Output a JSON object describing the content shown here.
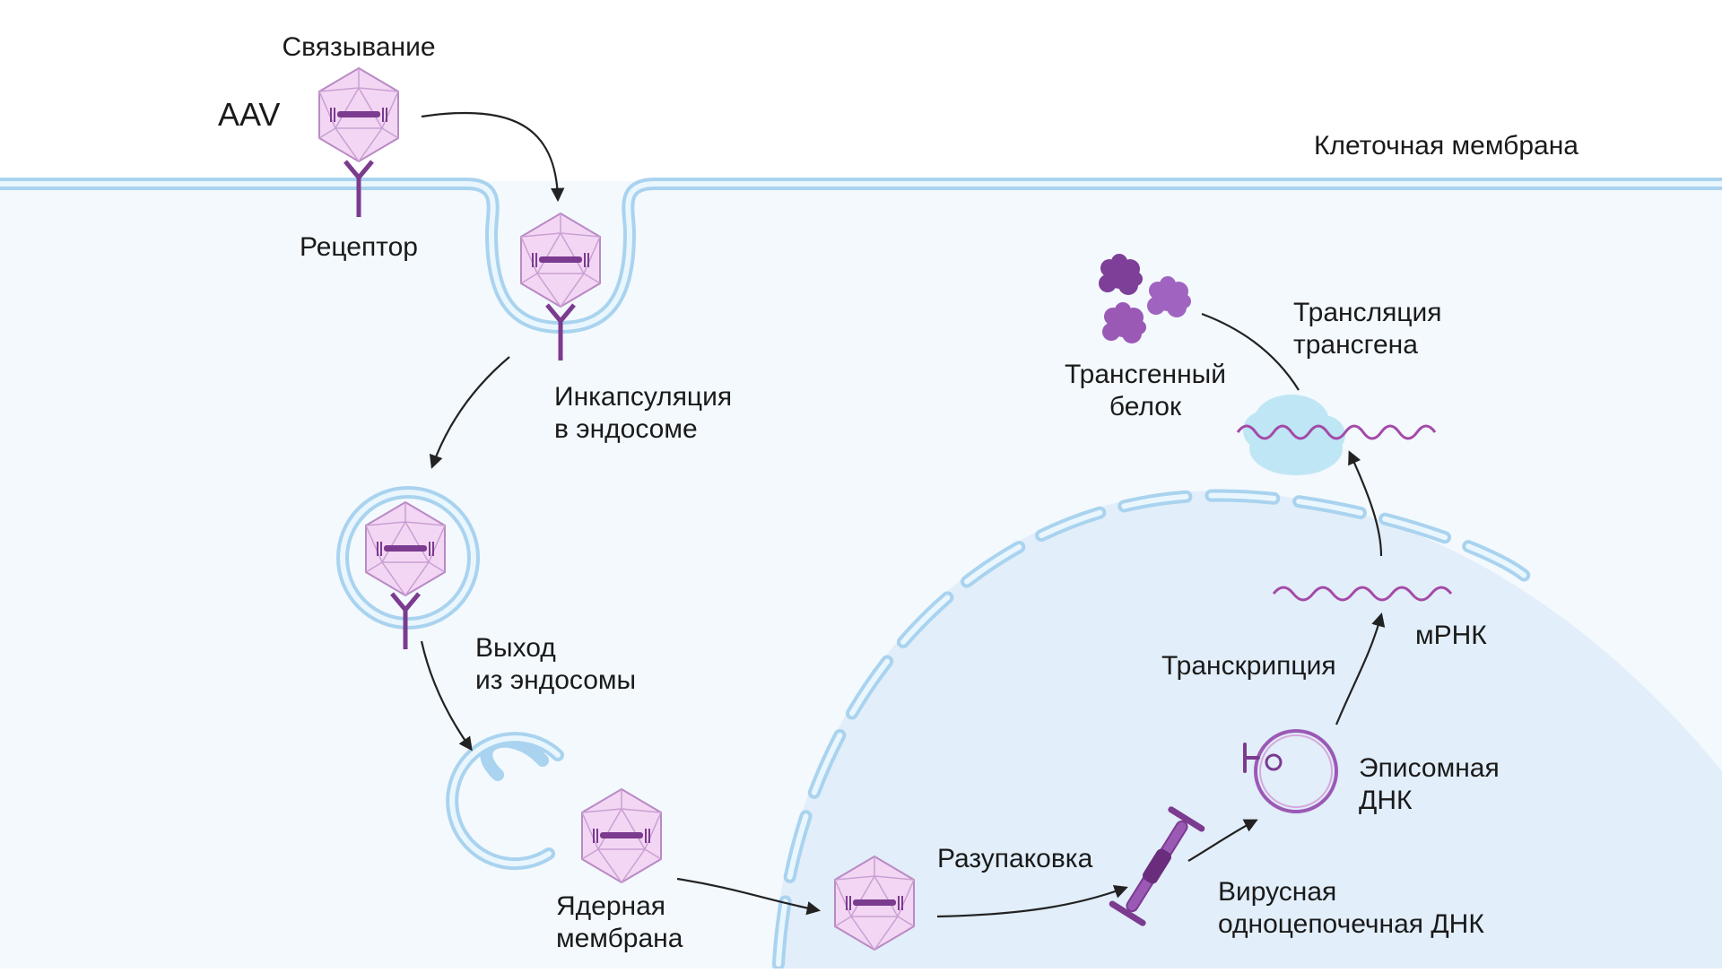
{
  "labels": {
    "binding": "Связывание",
    "aav": "AAV",
    "receptor": "Рецептор",
    "cell_membrane": "Клеточная мембрана",
    "encapsulation_l1": "Инкапсуляция",
    "encapsulation_l2": "в эндосоме",
    "exit_l1": "Выход",
    "exit_l2": "из эндосомы",
    "nuclear_l1": "Ядерная",
    "nuclear_l2": "мембрана",
    "unpacking": "Разупаковка",
    "viral_l1": "Вирусная",
    "viral_l2": "одноцепочечная ДНК",
    "episomal_l1": "Эписомная",
    "episomal_l2": "ДНК",
    "transcription": "Транскрипция",
    "mrna": "мРНК",
    "translation_l1": "Трансляция",
    "translation_l2": "трансгена",
    "protein_l1": "Трансгенный",
    "protein_l2": "белок"
  },
  "colors": {
    "cytoplasm": "#f3f9fd",
    "nucleus": "#e2eef9",
    "membrane": "#a9d3ef",
    "capsid_fill": "#f3d6f3",
    "capsid_stroke": "#b98ac4",
    "receptor": "#7b3b8f",
    "mrna": "#a44aa8",
    "protein": "#9b59b6"
  }
}
